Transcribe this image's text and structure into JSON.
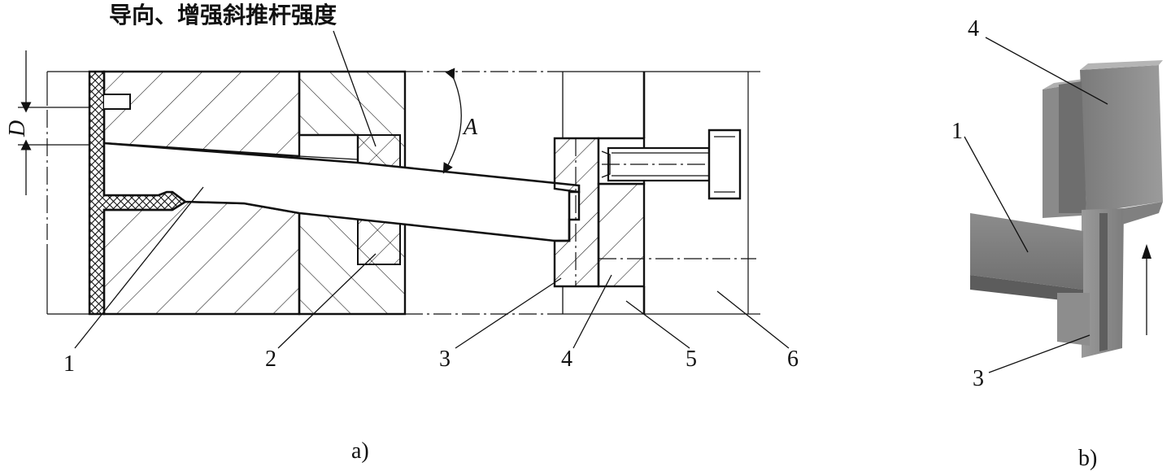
{
  "figure_a": {
    "annotation": "导向、增强斜推杆强度",
    "dim_d": "D",
    "angle_a": "A",
    "labels": [
      "1",
      "2",
      "3",
      "4",
      "5",
      "6"
    ],
    "caption": "a)"
  },
  "figure_b": {
    "labels": [
      "4",
      "1",
      "3"
    ],
    "caption": "b)"
  }
}
